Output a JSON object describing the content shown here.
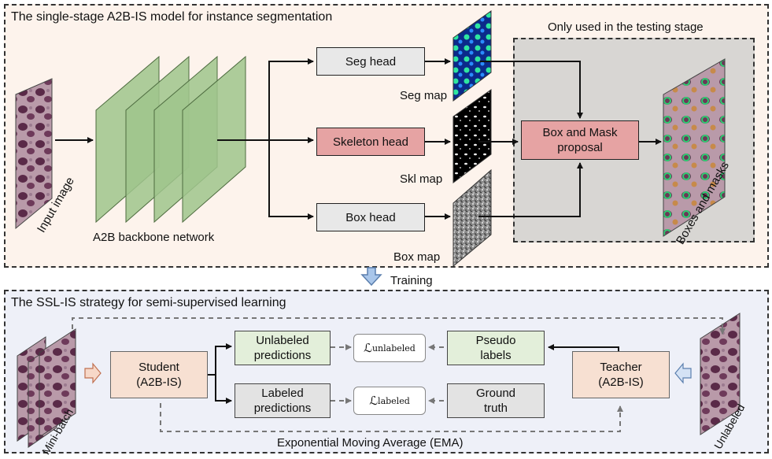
{
  "top_panel": {
    "title": "The single-stage A2B-IS model for instance segmentation",
    "test_region_label": "Only used in the testing stage",
    "input_label": "Input image",
    "backbone_label": "A2B backbone network",
    "seg_head": "Seg head",
    "skeleton_head": "Skeleton head",
    "box_head": "Box head",
    "seg_map": "Seg map",
    "skl_map": "Skl map",
    "box_map": "Box map",
    "proposal": "Box and Mask proposal",
    "output_label": "Boxes and masks"
  },
  "training_label": "Training",
  "bottom_panel": {
    "title": "The SSL-IS strategy for semi-supervised learning",
    "minibatch_label": "Mini-batch",
    "student": "Student (A2B-IS)",
    "unlabeled_predictions": "Unlabeled predictions",
    "labeled_predictions": "Labeled predictions",
    "loss_unlabeled_symbol": "ℒ",
    "loss_unlabeled_sub": "unlabeled",
    "loss_labeled_symbol": "ℒ",
    "loss_labeled_sub": "labeled",
    "pseudo_labels": "Pseudo labels",
    "ground_truth": "Ground truth",
    "teacher": "Teacher (A2B-IS)",
    "unlabeled_label": "Unlabeled",
    "ema_label": "Exponential Moving Average (EMA)"
  },
  "colors": {
    "top_bg": "#fdf3ec",
    "bottom_bg": "#eef0f8",
    "test_region_bg": "#d8d6d3",
    "backbone_green": "#9fc48c",
    "skeleton_pink": "#e6a3a3",
    "teacher_student_peach": "#f7e0d2",
    "green_box": "#e3efda",
    "training_arrow": "#a9c6ea"
  }
}
